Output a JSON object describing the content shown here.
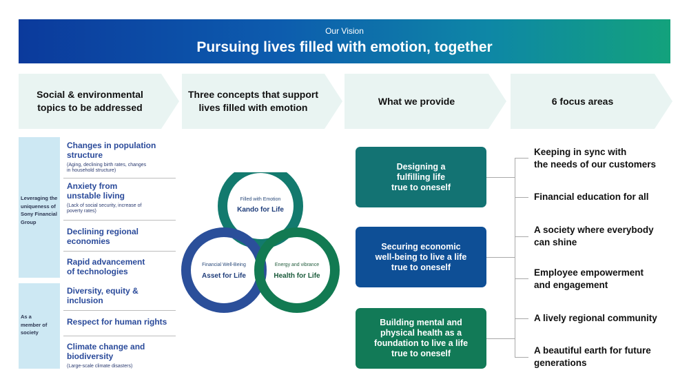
{
  "header": {
    "subtitle": "Our Vision",
    "title": "Pursuing lives filled with emotion, together"
  },
  "columns": [
    "Social & environmental\ntopics to be addressed",
    "Three concepts that support\nlives filled with emotion",
    "What we provide",
    "6 focus areas"
  ],
  "groups": [
    {
      "label": "Leveraging the\nuniqueness of\nSony Financial\nGroup",
      "topics": [
        {
          "title": "Changes in population\nstructure",
          "note": "(Aging, declining birth rates, changes\nin household structure)"
        },
        {
          "title": "Anxiety from\nunstable living",
          "note": "(Lack of social security, increase of\npoverty rates)"
        },
        {
          "title": "Declining regional\neconomies",
          "note": ""
        },
        {
          "title": "Rapid advancement\nof technologies",
          "note": ""
        }
      ]
    },
    {
      "label": "As a\nmember of\nsociety",
      "topics": [
        {
          "title": "Diversity, equity &\ninclusion",
          "note": ""
        },
        {
          "title": "Respect for human rights",
          "note": ""
        },
        {
          "title": "Climate change and\nbiodiversity",
          "note": "(Large-scale climate disasters)"
        }
      ]
    }
  ],
  "concepts": [
    {
      "sub": "Filled with Emotion",
      "name": "Kando for Life",
      "color": "#137a6e"
    },
    {
      "sub": "Financial Well-Being",
      "name": "Asset for Life",
      "color": "#2b4f9a"
    },
    {
      "sub": "Energy and vibrance",
      "name": "Health for Life",
      "color": "#127a52"
    }
  ],
  "provide": [
    {
      "text": "Designing a\nfulfilling life\ntrue to oneself",
      "color": "#137373"
    },
    {
      "text": "Securing economic\nwell-being to live a life\ntrue to oneself",
      "color": "#0e4f96"
    },
    {
      "text": "Building mental and\nphysical health as a\nfoundation to live a life\ntrue to oneself",
      "color": "#127a57"
    }
  ],
  "focus_areas": [
    "Keeping in sync with\nthe needs of our customers",
    "Financial education for all",
    "A society where everybody\ncan shine",
    "Employee empowerment\nand engagement",
    "A lively regional community",
    "A beautiful earth for future\ngenerations"
  ]
}
